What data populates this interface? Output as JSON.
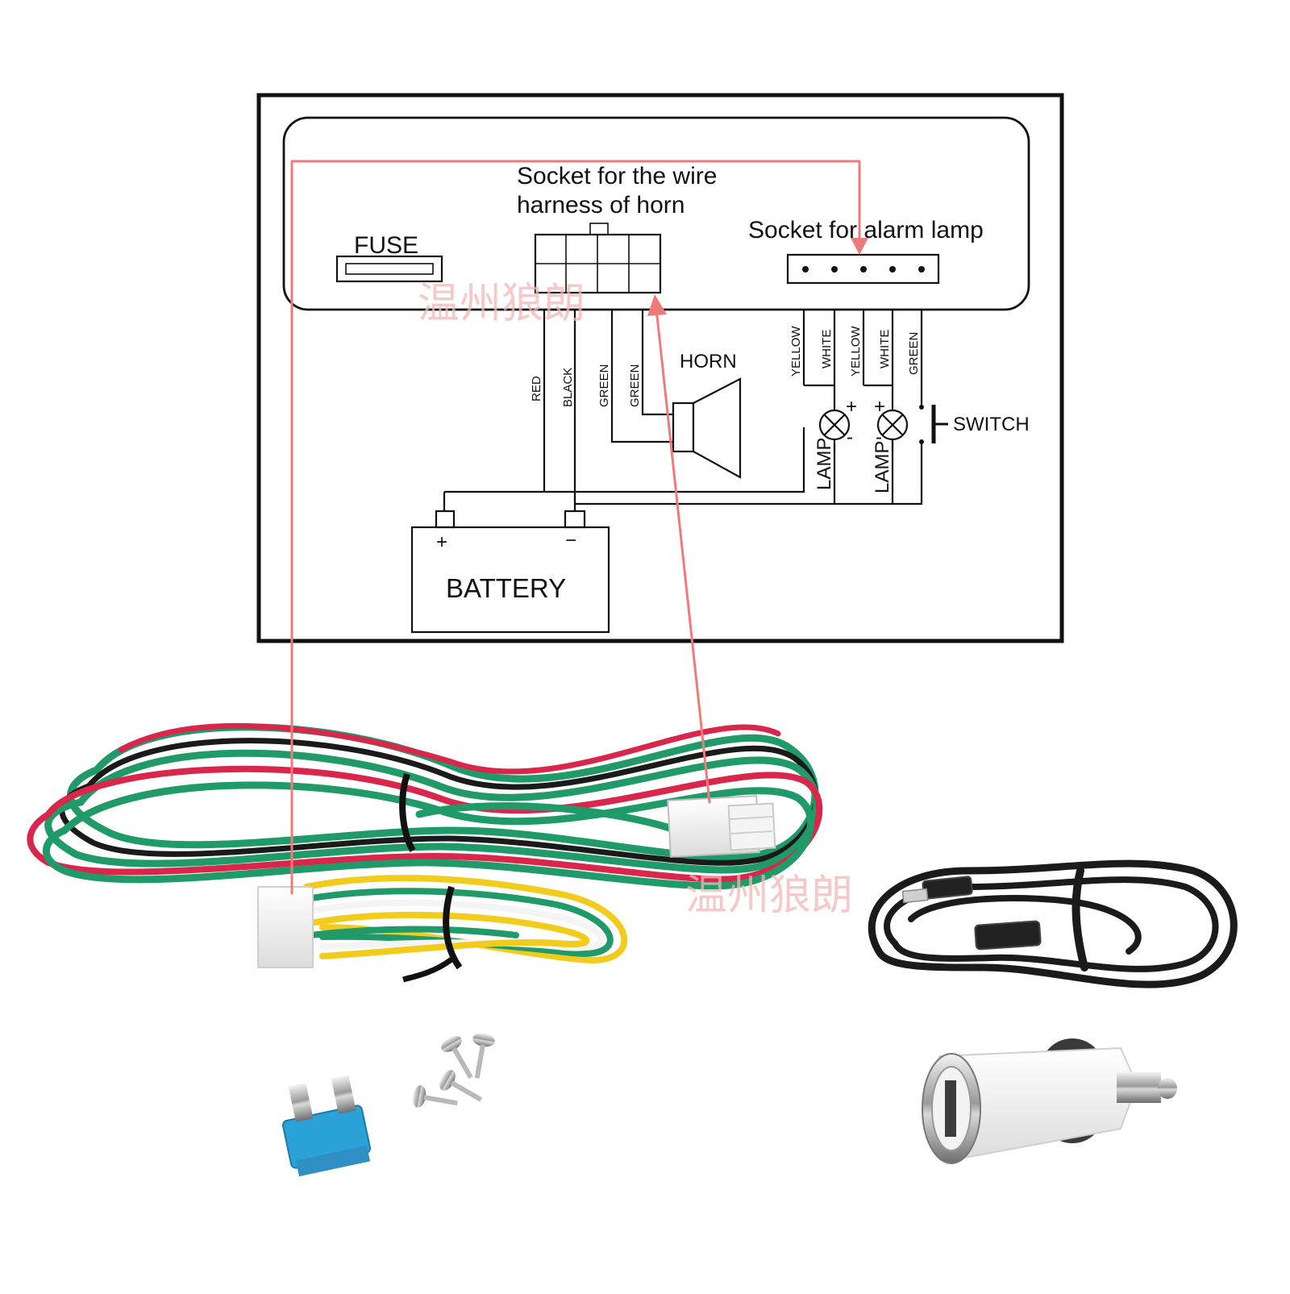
{
  "diagram": {
    "socket_horn_label_line1": "Socket for the wire",
    "socket_horn_label_line2": "harness of horn",
    "socket_lamp_label": "Socket for alarm lamp",
    "fuse_label": "FUSE",
    "horn_label": "HORN",
    "switch_label": "SWITCH",
    "battery_label": "BATTERY",
    "battery_plus": "+",
    "battery_minus": "−",
    "lamp_label": "LAMP",
    "lamp_plus": "+",
    "lamp_minus": "-",
    "wires": {
      "red": "RED",
      "black": "BLACK",
      "green": "GREEN",
      "yellow": "YELLOW",
      "white": "WHITE"
    },
    "watermark": "温州狼朗"
  },
  "colors": {
    "arrow": "#f07a7a",
    "wire_green": "#1f9a68",
    "wire_red": "#d8274a",
    "wire_black": "#1a1a1a",
    "wire_yellow": "#f2cc1c",
    "wire_white": "#f4f4f4",
    "fuse_blue": "#2aa2d8"
  },
  "photo_items": [
    {
      "name": "horn-wire-harness"
    },
    {
      "name": "lamp-wire-harness"
    },
    {
      "name": "usb-cable"
    },
    {
      "name": "car-usb-charger"
    },
    {
      "name": "blade-fuse"
    },
    {
      "name": "mounting-screws"
    }
  ]
}
